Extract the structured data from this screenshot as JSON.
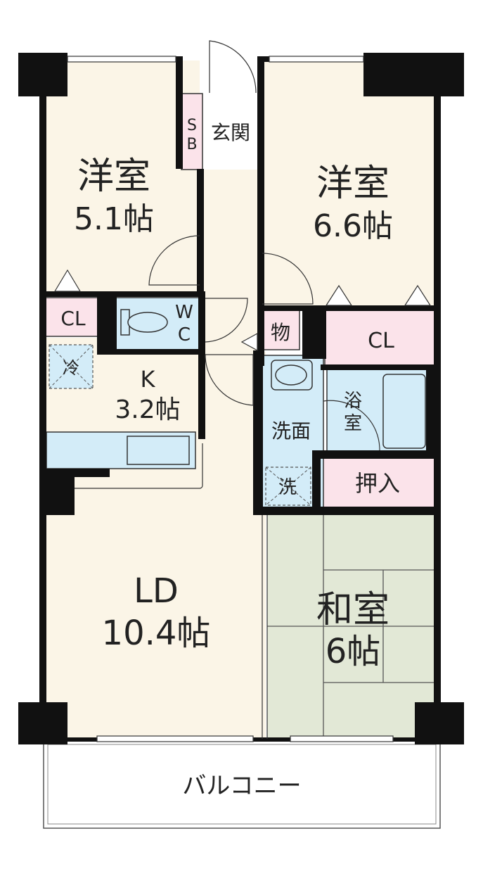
{
  "rooms": {
    "western1": {
      "name": "洋室",
      "size": "5.1帖"
    },
    "western2": {
      "name": "洋室",
      "size": "6.6帖"
    },
    "sb_s": "S",
    "sb_b": "B",
    "entrance": "玄関",
    "closet_left": "CL",
    "closet_right": "CL",
    "wc_w": "W",
    "wc_c": "C",
    "storage": "物",
    "fridge": "冷",
    "kitchen": {
      "name": "K",
      "size": "3.2帖"
    },
    "washroom": "洗面",
    "bath_1": "浴",
    "bath_2": "室",
    "oshiire": "押入",
    "washer": "洗",
    "ld": {
      "name": "LD",
      "size": "10.4帖"
    },
    "japanese": {
      "name": "和室",
      "size": "6帖"
    },
    "balcony": "バルコニー"
  },
  "colors": {
    "floor": "#fbf5e7",
    "closet": "#fbe3ea",
    "wet": "#d3ecf8",
    "tatami": "#e2e8d6",
    "wall": "#111111"
  }
}
